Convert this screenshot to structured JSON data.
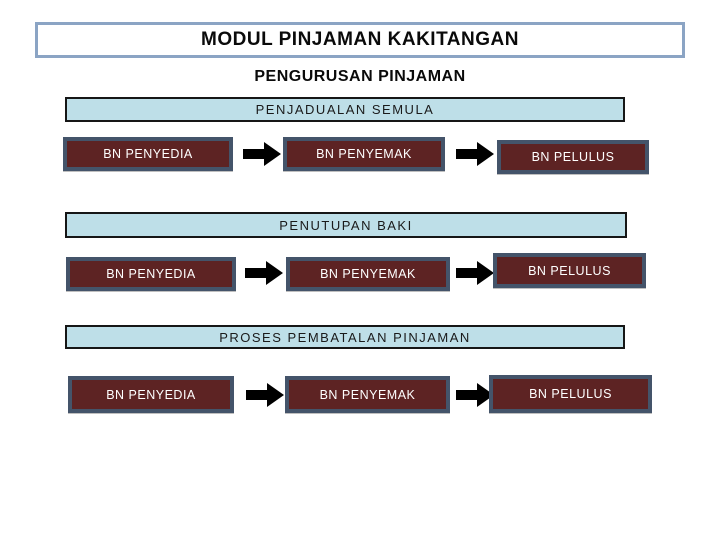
{
  "title": "MODUL PINJAMAN KAKITANGAN",
  "subtitle": "PENGURUSAN PINJAMAN",
  "icons": {
    "flow_arrow": "arrow-right-icon"
  },
  "colors": {
    "background": "#ffffff",
    "title_border": "#8ba4c4",
    "bar_fill": "#bedfe8",
    "bar_border": "#161616",
    "box_fill": "#5d2323",
    "box_border": "#44546a",
    "box_text": "#ffffff",
    "arrow": "#000000",
    "text": "#0a0a0a"
  },
  "sections": [
    {
      "header": "PENJADUALAN SEMULA",
      "steps": [
        "BN PENYEDIA",
        "BN PENYEMAK",
        "BN PELULUS"
      ]
    },
    {
      "header": "PENUTUPAN BAKI",
      "steps": [
        "BN PENYEDIA",
        "BN PENYEMAK",
        "BN PELULUS"
      ]
    },
    {
      "header": "PROSES PEMBATALAN PINJAMAN",
      "steps": [
        "BN PENYEDIA",
        "BN PENYEMAK",
        "BN PELULUS"
      ]
    }
  ]
}
